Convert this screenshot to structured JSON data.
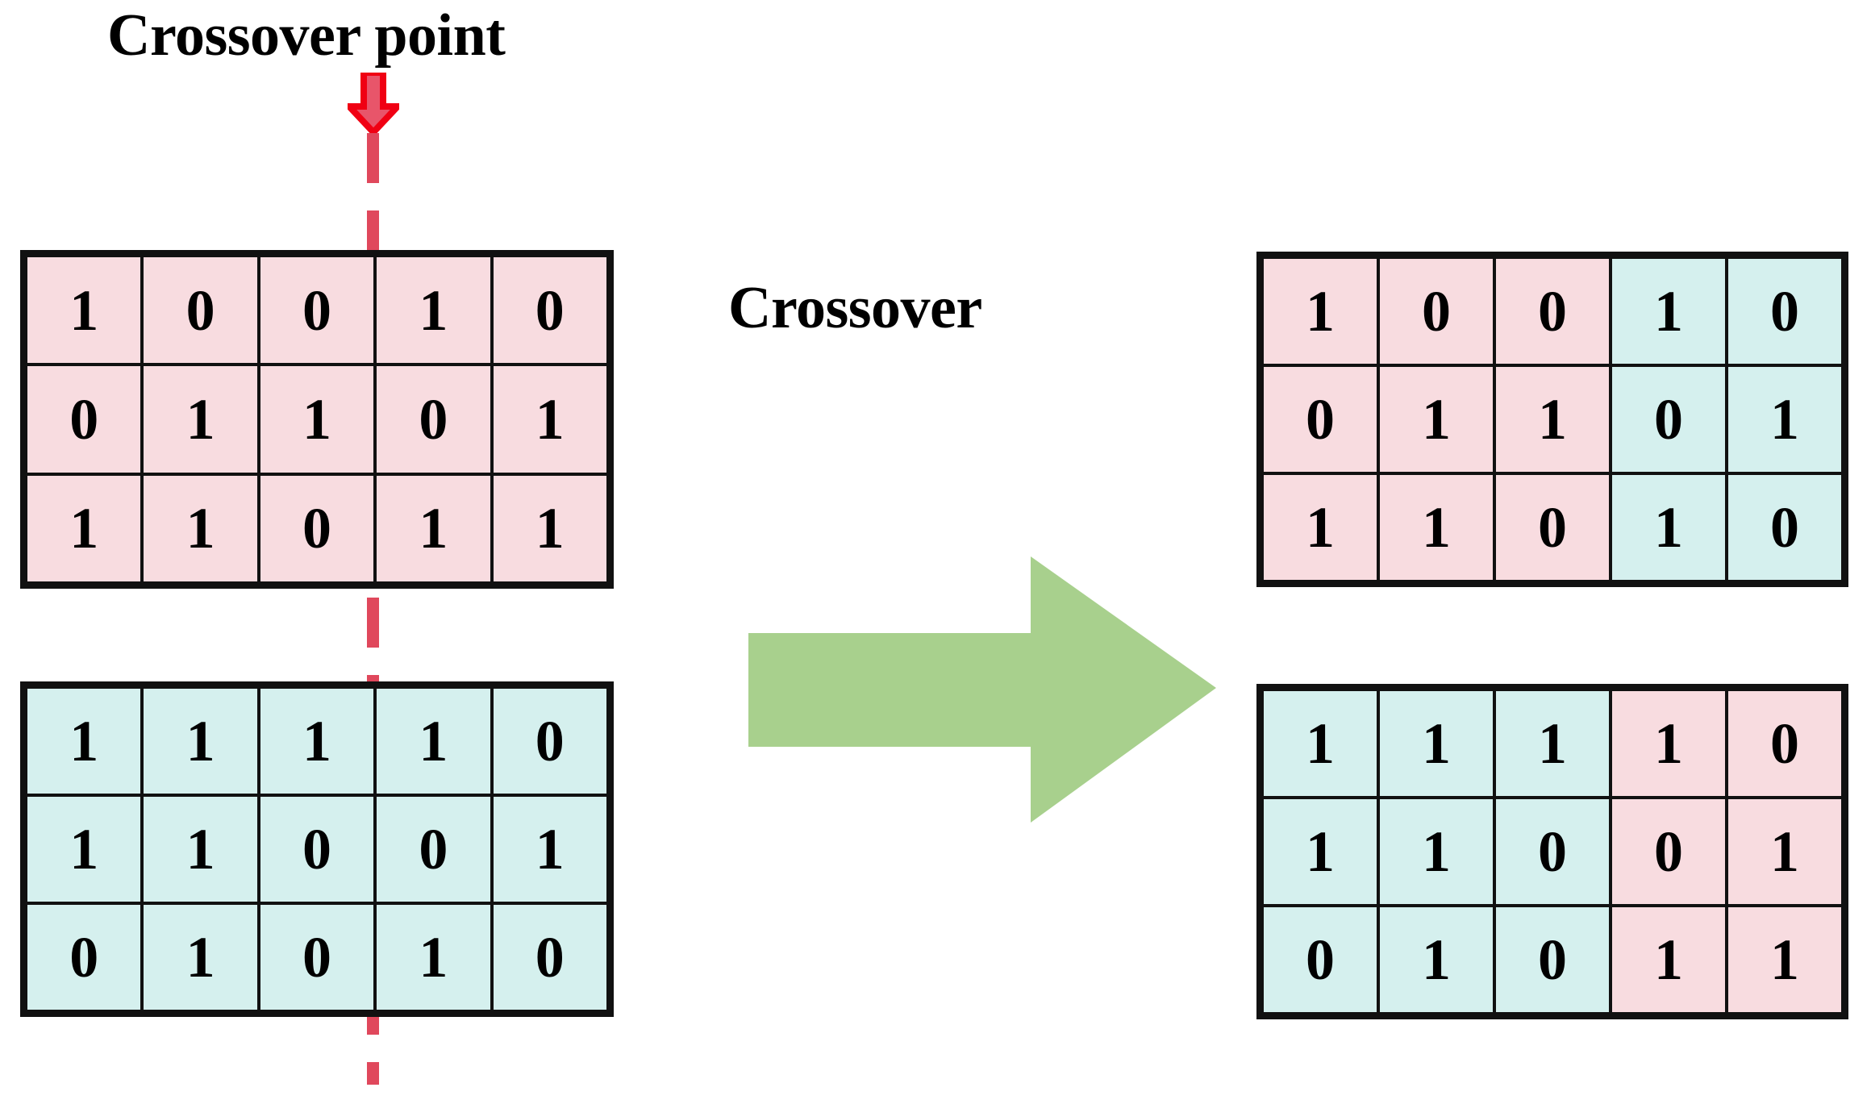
{
  "labels": {
    "crossover_point": "Crossover point",
    "crossover_operation": "Crossover"
  },
  "colors": {
    "parent_a_fill": "#F8DCE0",
    "parent_b_fill": "#D5F0EE",
    "crossover_line": "#E0485C",
    "down_arrow_outline": "#F00013",
    "down_arrow_fill": "#E8556A",
    "operation_arrow": "#A8D08D",
    "cell_border": "#111111",
    "text": "#000000"
  },
  "crossover": {
    "point_after_column": 3,
    "columns": 5,
    "rows": 3
  },
  "chart_data": {
    "type": "table",
    "title": "Crossover point",
    "grids": [
      {
        "name": "parent-chromosome-1",
        "role": "parent",
        "position": "top-left",
        "rows": [
          [
            "1",
            "0",
            "0",
            "1",
            "0"
          ],
          [
            "0",
            "1",
            "1",
            "0",
            "1"
          ],
          [
            "1",
            "1",
            "0",
            "1",
            "1"
          ]
        ],
        "cell_colors": [
          [
            "pink",
            "pink",
            "pink",
            "pink",
            "pink"
          ],
          [
            "pink",
            "pink",
            "pink",
            "pink",
            "pink"
          ],
          [
            "pink",
            "pink",
            "pink",
            "pink",
            "pink"
          ]
        ]
      },
      {
        "name": "parent-chromosome-2",
        "role": "parent",
        "position": "bottom-left",
        "rows": [
          [
            "1",
            "1",
            "1",
            "1",
            "0"
          ],
          [
            "1",
            "1",
            "0",
            "0",
            "1"
          ],
          [
            "0",
            "1",
            "0",
            "1",
            "0"
          ]
        ],
        "cell_colors": [
          [
            "cyan",
            "cyan",
            "cyan",
            "cyan",
            "cyan"
          ],
          [
            "cyan",
            "cyan",
            "cyan",
            "cyan",
            "cyan"
          ],
          [
            "cyan",
            "cyan",
            "cyan",
            "cyan",
            "cyan"
          ]
        ]
      },
      {
        "name": "child-chromosome-1",
        "role": "offspring",
        "position": "top-right",
        "rows": [
          [
            "1",
            "0",
            "0",
            "1",
            "0"
          ],
          [
            "0",
            "1",
            "1",
            "0",
            "1"
          ],
          [
            "1",
            "1",
            "0",
            "1",
            "0"
          ]
        ],
        "cell_colors": [
          [
            "pink",
            "pink",
            "pink",
            "cyan",
            "cyan"
          ],
          [
            "pink",
            "pink",
            "pink",
            "cyan",
            "cyan"
          ],
          [
            "pink",
            "pink",
            "pink",
            "cyan",
            "cyan"
          ]
        ]
      },
      {
        "name": "child-chromosome-2",
        "role": "offspring",
        "position": "bottom-right",
        "rows": [
          [
            "1",
            "1",
            "1",
            "1",
            "0"
          ],
          [
            "1",
            "1",
            "0",
            "0",
            "1"
          ],
          [
            "0",
            "1",
            "0",
            "1",
            "1"
          ]
        ],
        "cell_colors": [
          [
            "cyan",
            "cyan",
            "cyan",
            "pink",
            "pink"
          ],
          [
            "cyan",
            "cyan",
            "cyan",
            "pink",
            "pink"
          ],
          [
            "cyan",
            "cyan",
            "cyan",
            "pink",
            "pink"
          ]
        ]
      }
    ]
  }
}
